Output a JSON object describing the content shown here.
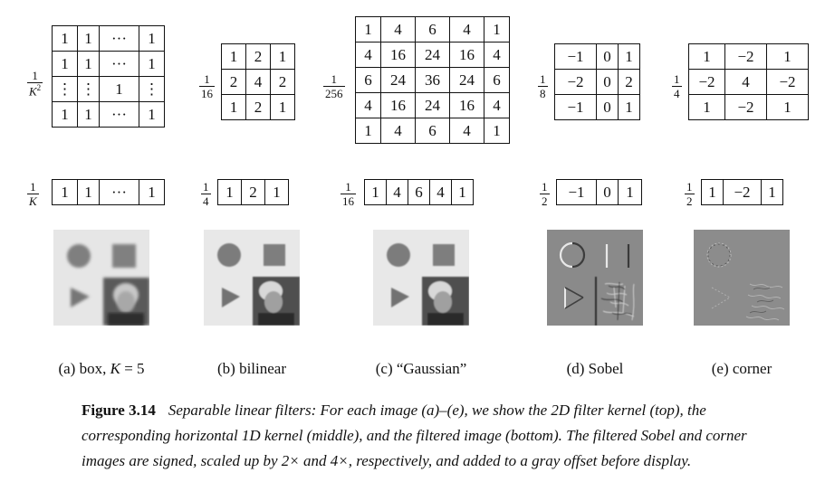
{
  "filters": [
    {
      "id": "box",
      "kernel2d_scale": {
        "num": "1",
        "den": "K",
        "den_sup": "2"
      },
      "kernel2d": [
        [
          "1",
          "1",
          "···",
          "1"
        ],
        [
          "1",
          "1",
          "···",
          "1"
        ],
        [
          "⋮",
          "⋮",
          "1",
          "⋮"
        ],
        [
          "1",
          "1",
          "···",
          "1"
        ]
      ],
      "kernel1d_scale": {
        "num": "1",
        "den": "K"
      },
      "kernel1d": [
        "1",
        "1",
        "···",
        "1"
      ],
      "caption_prefix": "(a) box, ",
      "caption_var": "K",
      "caption_suffix": " = 5"
    },
    {
      "id": "bilinear",
      "kernel2d_scale": {
        "num": "1",
        "den": "16"
      },
      "kernel2d": [
        [
          "1",
          "2",
          "1"
        ],
        [
          "2",
          "4",
          "2"
        ],
        [
          "1",
          "2",
          "1"
        ]
      ],
      "kernel1d_scale": {
        "num": "1",
        "den": "4"
      },
      "kernel1d": [
        "1",
        "2",
        "1"
      ],
      "caption": "(b) bilinear"
    },
    {
      "id": "gaussian",
      "kernel2d_scale": {
        "num": "1",
        "den": "256"
      },
      "kernel2d": [
        [
          "1",
          "4",
          "6",
          "4",
          "1"
        ],
        [
          "4",
          "16",
          "24",
          "16",
          "4"
        ],
        [
          "6",
          "24",
          "36",
          "24",
          "6"
        ],
        [
          "4",
          "16",
          "24",
          "16",
          "4"
        ],
        [
          "1",
          "4",
          "6",
          "4",
          "1"
        ]
      ],
      "kernel1d_scale": {
        "num": "1",
        "den": "16"
      },
      "kernel1d": [
        "1",
        "4",
        "6",
        "4",
        "1"
      ],
      "caption": "(c) “Gaussian”"
    },
    {
      "id": "sobel",
      "kernel2d_scale": {
        "num": "1",
        "den": "8"
      },
      "kernel2d": [
        [
          "−1",
          "0",
          "1"
        ],
        [
          "−2",
          "0",
          "2"
        ],
        [
          "−1",
          "0",
          "1"
        ]
      ],
      "kernel1d_scale": {
        "num": "1",
        "den": "2"
      },
      "kernel1d": [
        "−1",
        "0",
        "1"
      ],
      "caption": "(d) Sobel"
    },
    {
      "id": "corner",
      "kernel2d_scale": {
        "num": "1",
        "den": "4"
      },
      "kernel2d": [
        [
          "1",
          "−2",
          "1"
        ],
        [
          "−2",
          "4",
          "−2"
        ],
        [
          "1",
          "−2",
          "1"
        ]
      ],
      "kernel1d_scale": {
        "num": "1",
        "den": "2"
      },
      "kernel1d": [
        "1",
        "−2",
        "1"
      ],
      "caption": "(e) corner"
    }
  ],
  "figure": {
    "label": "Figure 3.14",
    "text": "Separable linear filters: For each image (a)–(e), we show the 2D filter kernel (top), the corresponding horizontal 1D kernel (middle), and the filtered image (bottom). The filtered Sobel and corner images are signed, scaled up by 2× and 4×, respectively, and added to a gray offset before display."
  }
}
